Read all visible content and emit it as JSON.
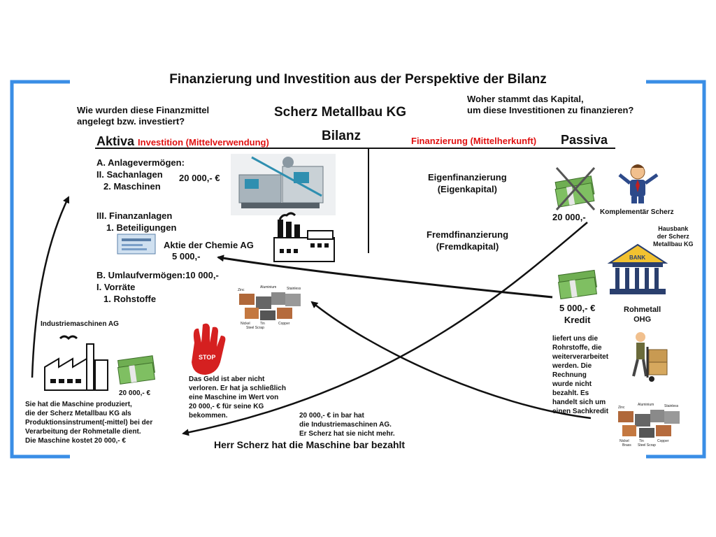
{
  "title": "Finanzierung und Investition aus der Perspektive der Bilanz",
  "company": "Scherz Metallbau  KG",
  "bilanz": "Bilanz",
  "question_left": [
    "Wie wurden diese Finanzmittel",
    "angelegt bzw. investiert?"
  ],
  "question_right": [
    "Woher stammt das Kapital,",
    "um diese Investitionen zu finanzieren?"
  ],
  "aktiva": {
    "label": "Aktiva",
    "sub": "Investition (Mittelverwendung)"
  },
  "passiva": {
    "label": "Passiva",
    "sub": "Finanzierung (Mittelherkunft)"
  },
  "left_side": {
    "anlage": "A. Anlagevermögen:",
    "sachanlagen": "II. Sachanlagen",
    "maschinen": "2. Maschinen",
    "maschinen_value": "20 000,- €",
    "finanzanlagen": "III. Finanzanlagen",
    "beteiligungen": "1. Beteiligungen",
    "aktie": "Aktie der Chemie AG",
    "aktie_value": "5 000,-",
    "umlauf": "B. Umlaufvermögen:10 000,-",
    "vorraete": "I. Vorräte",
    "rohstoffe": "1. Rohstoffe"
  },
  "right_side": {
    "eigen": [
      "Eigenfinanzierung",
      "(Eigenkapital)"
    ],
    "fremd": [
      "Fremdfinanzierung",
      "(Fremdkapital)"
    ],
    "eigen_value": "20 000,-",
    "komplementaer": "Komplementär Scherz",
    "hausbank": [
      "Hausbank",
      "der Scherz",
      "Metallbau KG"
    ],
    "bank_sign": "BANK",
    "kredit": [
      "5 000,- €",
      "Kredit"
    ],
    "rohmetall": [
      "Rohmetall",
      "OHG"
    ],
    "liefert": [
      "liefert uns die",
      "Rohrstoffe, die",
      "weiterverarbeitet",
      "werden. Die",
      "Rechnung",
      "wurde nicht",
      "bezahlt. Es",
      "handelt sich um",
      "einen Sachkredit"
    ]
  },
  "industrie": {
    "label": "Industriemaschinen AG",
    "value": "20 000,- €",
    "text": [
      "Sie hat die Maschine produziert,",
      "die der Scherz Metallbau KG als",
      "Produktionsinstrument(-mittel) bei der",
      "Verarbeitung der Rohmetalle dient.",
      "Die Maschine kostet 20 000,- €"
    ]
  },
  "stop": {
    "sign": "STOP",
    "text": [
      "Das Geld ist aber nicht",
      "verloren. Er hat ja schließlich",
      "eine Maschine im Wert von",
      "20 000,- € für seine KG",
      "bekommen."
    ]
  },
  "bar_text": [
    "20 000,- € in bar hat",
    "die Industriemaschinen AG.",
    "Er Scherz hat sie nicht mehr."
  ],
  "footer": "Herr Scherz hat die Maschine bar bezahlt",
  "metal_labels": [
    "Zinc",
    "Aluminium",
    "Stainless",
    "Nickel",
    "Tin",
    "Copper",
    "Brass",
    "Steel Scrap"
  ],
  "colors": {
    "frame": "#3a8ee6",
    "accent_red": "#e01010",
    "money": "#4a9a3a",
    "line": "#111111"
  }
}
